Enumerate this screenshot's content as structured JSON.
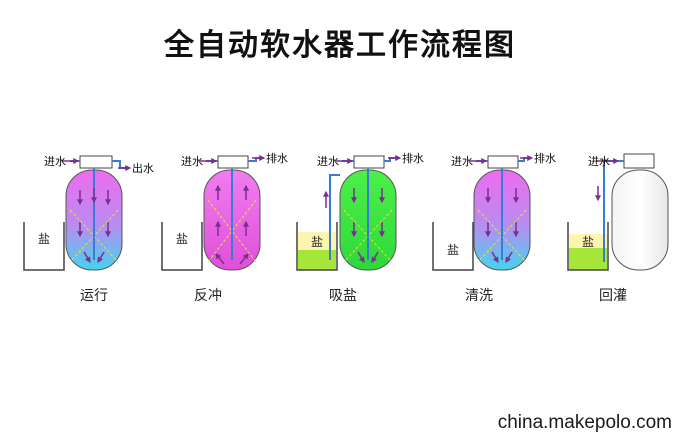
{
  "title": "全自动软水器工作流程图",
  "labels": {
    "water_in": "进水",
    "water_out": "出水",
    "drain": "排水",
    "salt": "盐"
  },
  "stages": [
    {
      "name": "运行",
      "tank_fill": "gradient-pink-blue",
      "brine": "empty",
      "has_outlet": "出水"
    },
    {
      "name": "反冲",
      "tank_fill": "magenta",
      "brine": "empty",
      "has_outlet": "排水"
    },
    {
      "name": "吸盐",
      "tank_fill": "green",
      "brine": "yellow-green",
      "has_outlet": "排水"
    },
    {
      "name": "清洗",
      "tank_fill": "gradient-pink-blue",
      "brine": "empty",
      "has_outlet": "排水"
    },
    {
      "name": "回灌",
      "tank_fill": "empty",
      "brine": "yellow-green",
      "has_outlet": ""
    }
  ],
  "watermark": "china.makepolo.com",
  "colors": {
    "arrow_purple": "#7b2f8f",
    "pipe": "#3a7bd5",
    "magenta": "#e85be0",
    "green": "#3ee63e",
    "cyan": "#3ad0e8",
    "salt_yellow": "#fbf5b0",
    "brine_green": "#a6e53a"
  }
}
